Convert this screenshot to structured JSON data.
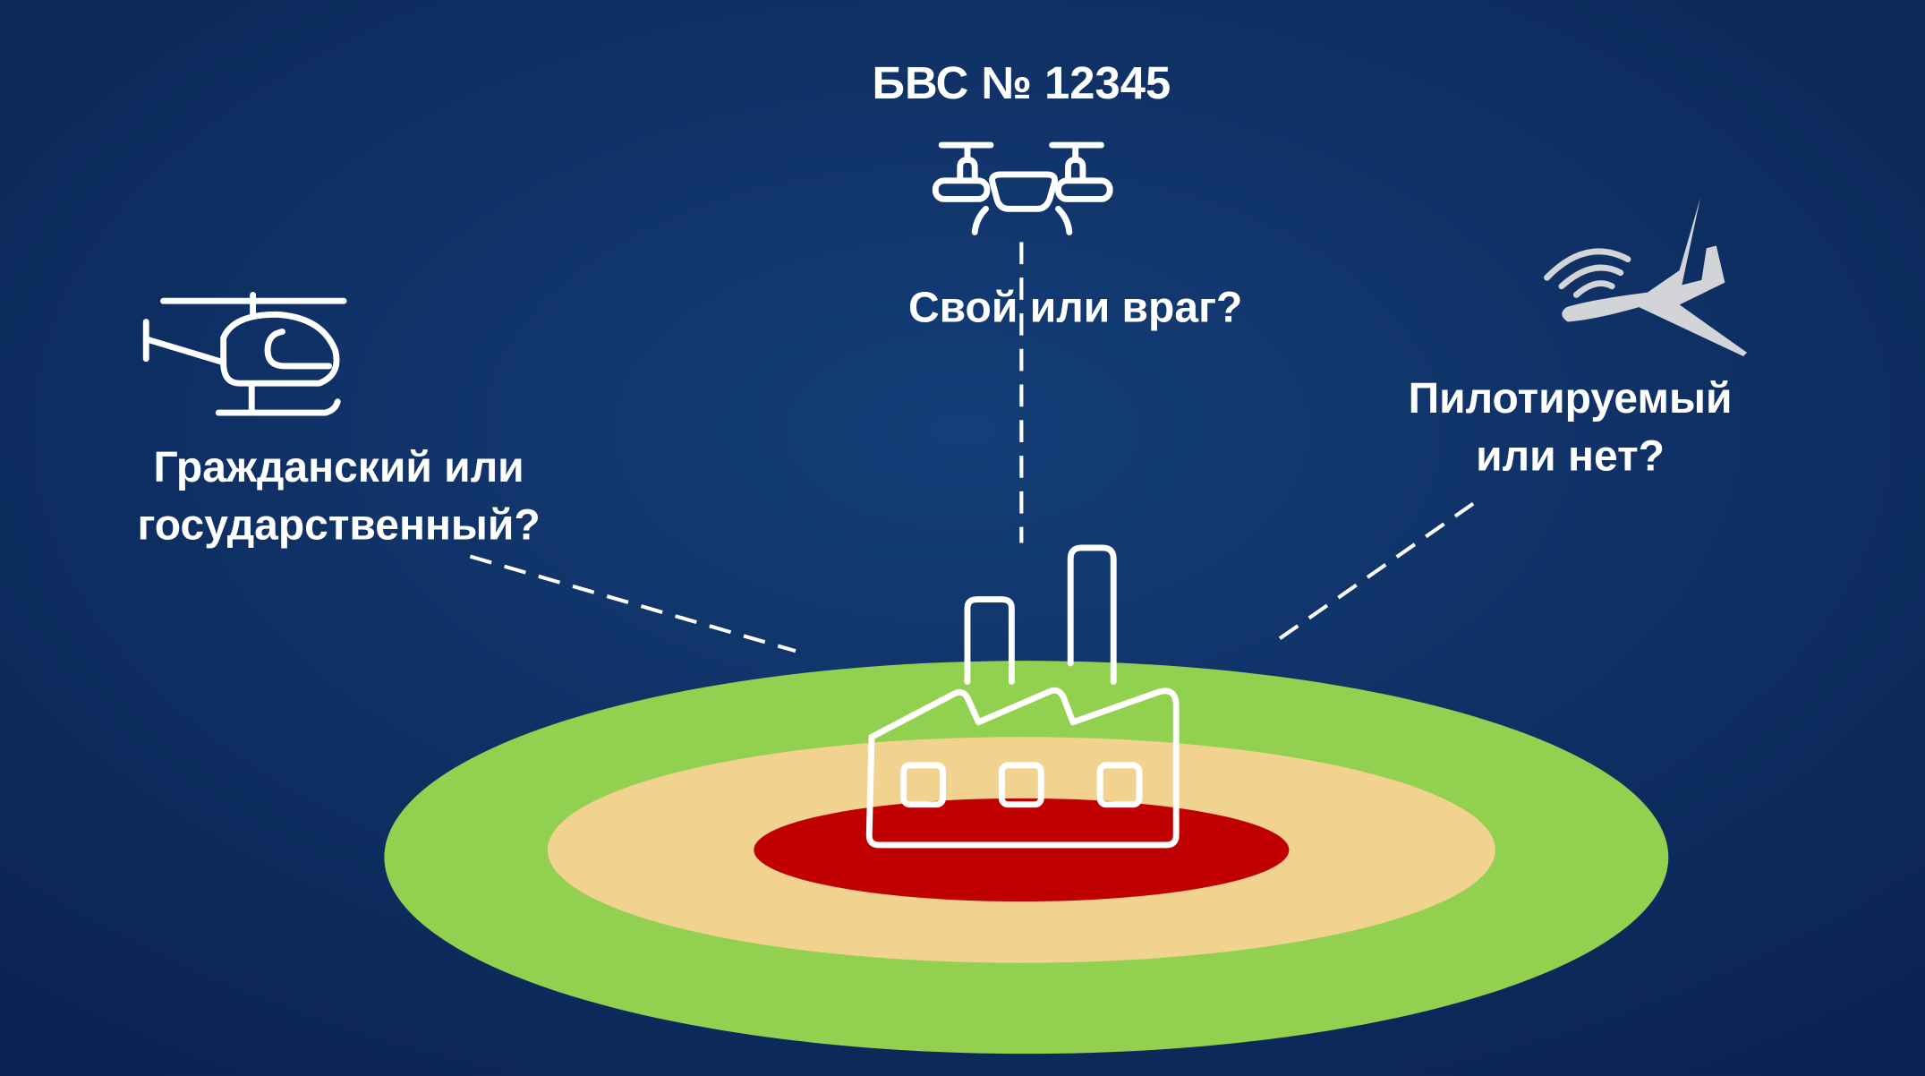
{
  "drone": {
    "title": "БВС № 12345",
    "question": "Свой или враг?"
  },
  "helicopter": {
    "question_line1": "Гражданский или",
    "question_line2": "государственный?"
  },
  "plane": {
    "question_line1": "Пилотируемый",
    "question_line2": "или нет?"
  },
  "zones": {
    "outer_color": "#92d050",
    "middle_color": "#f2d28f",
    "inner_color": "#c00000"
  },
  "icons": [
    "drone-icon",
    "helicopter-icon",
    "uav-plane-icon",
    "factory-icon"
  ]
}
